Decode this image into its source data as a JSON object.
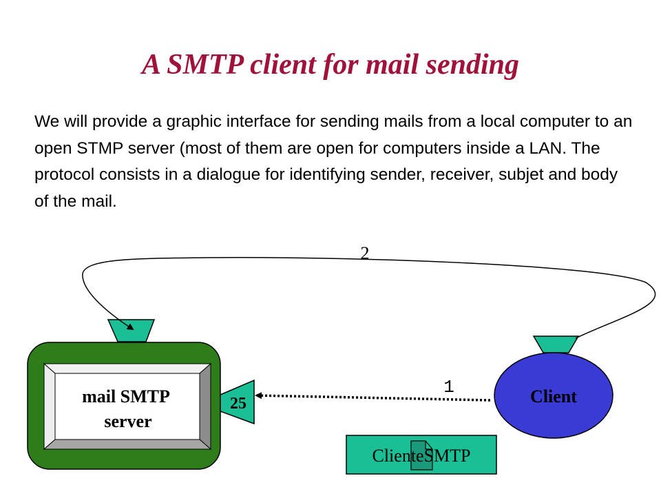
{
  "slide": {
    "title": "A SMTP client for mail sending",
    "body": "We will provide a graphic interface for sending mails from a local computer to an open STMP server (most of them are open for computers inside a LAN. The protocol consists in a dialogue for identifying sender, receiver, subjet and body of the mail."
  },
  "diagram": {
    "server_label_line1": "mail SMTP",
    "server_label_line2": "server",
    "port_label": "25",
    "client_label": "Client",
    "arrow1_label": "1",
    "arrow2_label": "2",
    "file_label": "ClienteSMTP",
    "colors": {
      "server_frame": "#2e7d1a",
      "socket": "#1abf96",
      "client": "#3a3ad4",
      "file_box": "#1abf96",
      "title": "#a0123a"
    }
  }
}
